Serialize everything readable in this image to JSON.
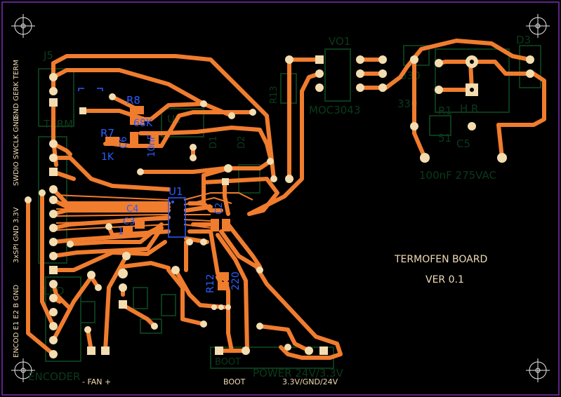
{
  "board": {
    "title": "TERMOFEN BOARD",
    "version": "VER 0.1",
    "colors": {
      "background": "#000000",
      "outline": "#7a2fb5",
      "trace": "#f07c2e",
      "pad": "#f3ddb0",
      "silk": "#f0dcb4",
      "silk_blue": "#2b5cff",
      "faded_silk": "#0a3a1a"
    }
  },
  "left_labels": {
    "term": "GND GERK TERM",
    "swd": "SWDIO SWCLK GND",
    "spi": "3xSPI GND 3.3V",
    "enc": "ENCOD E1 E2 B GND"
  },
  "bottom_labels": {
    "fan": "- FAN +",
    "boot": "BOOT",
    "power": "3.3V/GND/24V"
  },
  "components": {
    "u1": "U1",
    "r8": "R8",
    "r8_value": "68K",
    "r7": "R7",
    "r7_value": "1K",
    "c6": "C6",
    "c6_value": "10nF",
    "c4": "C4",
    "c3": "C3",
    "c2": "C2",
    "c1_value": "1",
    "r12": "R12",
    "r12_value": "220"
  },
  "faded_labels": {
    "vo1": "VO1",
    "moc": "MOC3043",
    "r330": "330",
    "r330b": "330",
    "r1": "R1",
    "r1_value": "51",
    "c5": "C5",
    "c5_value": "100nF 275VAC",
    "r13": "R13",
    "j5": "J5",
    "term": "TERM",
    "encoder": "ENCODER",
    "power": "POWER 24V/3.3V",
    "d3": "D3",
    "u2": "U2",
    "hr": "H R",
    "d1": "D1",
    "d2": "D2",
    "led": "LED",
    "boot": "BOOT"
  }
}
